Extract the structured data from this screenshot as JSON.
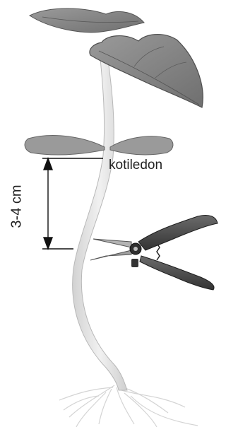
{
  "diagram": {
    "cotyledon_label": "kotiledon",
    "measure_label": "3-4 cm",
    "colors": {
      "leaf": "#8b8b8b",
      "leaf_dark": "#5e5e5e",
      "stem": "#e6e6e6",
      "stem_edge": "#bdbdbd",
      "tool_handle": "#4a4a4a",
      "tool_blade": "#9a9a9a",
      "line": "#111111"
    },
    "icons": [
      "seedling",
      "leaf",
      "cotyledon",
      "pruning-shears",
      "roots",
      "dimension-arrow"
    ]
  }
}
